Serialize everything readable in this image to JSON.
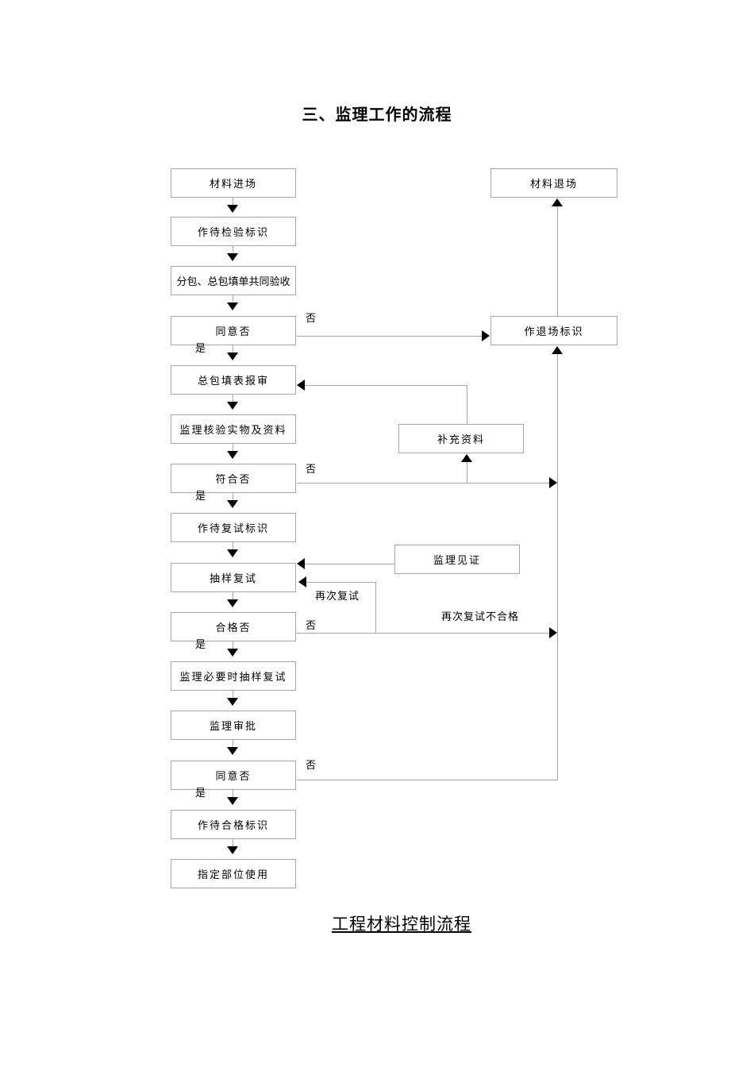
{
  "title": "三、监理工作的流程",
  "caption": "工程材料控制流程",
  "nodes": {
    "material_entry": "材料进场",
    "await_inspection_mark": "作待检验标识",
    "joint_acceptance": "分包、总包填单共同验收",
    "agree1": "同意否",
    "gc_form_submit": "总包填表报审",
    "supervisor_verify": "监理核验实物及资料",
    "conform": "符合否",
    "await_retest_mark": "作待复试标识",
    "sample_retest": "抽样复试",
    "qualified": "合格否",
    "supervisor_sample_retest": "监理必要时抽样复试",
    "supervisor_approval": "监理审批",
    "agree2": "同意否",
    "qualified_mark": "作待合格标识",
    "designated_use": "指定部位使用",
    "material_exit": "材料退场",
    "exit_mark": "作退场标识",
    "supplement_info": "补充资料",
    "supervisor_witness": "监理见证"
  },
  "labels": {
    "yes": "是",
    "no": "否",
    "retest": "再次复试",
    "retest_fail": "再次复试不合格"
  },
  "colors": {
    "background": "#ffffff",
    "box_border": "#a6a6a6",
    "connector_line": "#a6a6a6",
    "arrowhead": "#000000",
    "text": "#000000"
  }
}
